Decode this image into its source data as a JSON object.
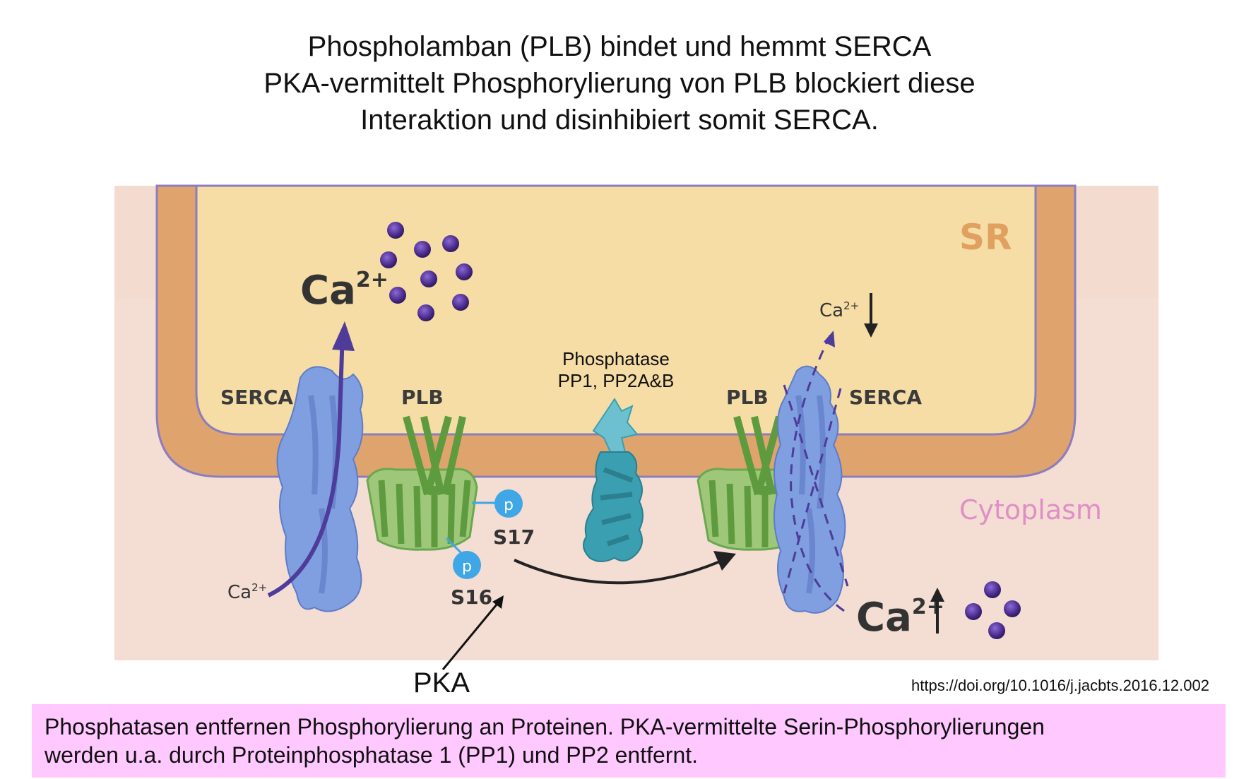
{
  "title": {
    "line1": "Phospholamban (PLB) bindet und hemmt SERCA",
    "line2": "PKA-vermittelt Phosphorylierung von PLB blockiert diese",
    "line3": "Interaktion und disinhibiert somit SERCA."
  },
  "diagram": {
    "sr_label": "SR",
    "cytoplasm_label": "Cytoplasm",
    "serca_left_label": "SERCA",
    "plb_left_label": "PLB",
    "plb_right_label": "PLB",
    "serca_right_label": "SERCA",
    "ca_big_left_base": "Ca",
    "ca_big_left_sup": "2+",
    "ca_small_left_base": "Ca",
    "ca_small_left_sup": "2+",
    "ca_small_right_base": "Ca",
    "ca_small_right_sup": "2+",
    "ca_big_right_base": "Ca",
    "ca_big_right_sup": "2+",
    "phosphatase_line1": "Phosphatase",
    "phosphatase_line2": "PP1, PP2A&B",
    "p_top": "p",
    "p_bottom": "p",
    "s17": "S17",
    "s16": "S16",
    "pka": "PKA"
  },
  "doi": "https://doi.org/10.1016/j.jacbts.2016.12.002",
  "caption": {
    "line1": "Phosphatasen entfernen Phosphorylierung an Proteinen. PKA-vermittelte Serin-Phosphorylierungen",
    "line2": "werden u.a. durch Proteinphosphatase 1 (PP1) und PP2 entfernt."
  },
  "colors": {
    "sr_lumen": "#f6dda5",
    "sr_membrane": "#dfa46e",
    "sr_outline": "#8c7dbe",
    "cytoplasm": "#f4ddd3",
    "serca": "#7f9fe0",
    "plb": "#6aa84f",
    "phosphatase": "#3a9fb0",
    "calcium": "#4a2a8a",
    "phospho": "#3fa7e6",
    "sr_text": "#e0a060",
    "cytoplasm_text": "#e08fc6",
    "caption_bg": "#ffc8ff"
  }
}
